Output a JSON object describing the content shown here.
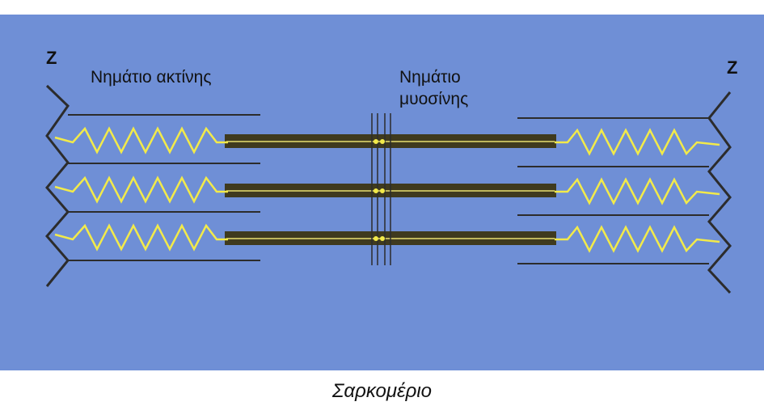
{
  "labels": {
    "z_left": "Z",
    "z_right": "Z",
    "actin": "Νημάτιο ακτίνης",
    "myosin_line1": "Νημάτιο",
    "myosin_line2": "μυοσίνης"
  },
  "caption": "Σαρκομέριο",
  "colors": {
    "panel_background": "#6f8fd6",
    "myosin_filament": "#3f3a1e",
    "actin_spring": "#f2ea4a",
    "lines": "#2c2c2c"
  }
}
